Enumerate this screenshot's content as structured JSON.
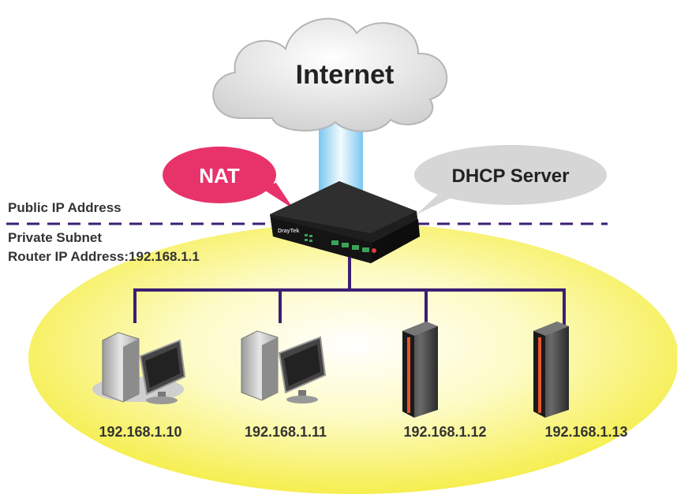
{
  "cloud": {
    "label": "Internet"
  },
  "bubbles": {
    "nat": "NAT",
    "dhcp": "DHCP Server"
  },
  "zones": {
    "public": "Public IP Address",
    "private": "Private Subnet",
    "router_ip": "Router IP Address:192.168.1.1"
  },
  "router": {
    "brand": "DrayTek"
  },
  "hosts": [
    {
      "kind": "desktop",
      "ip": "192.168.1.10"
    },
    {
      "kind": "desktop",
      "ip": "192.168.1.11"
    },
    {
      "kind": "server",
      "ip": "192.168.1.12"
    },
    {
      "kind": "server",
      "ip": "192.168.1.13"
    }
  ],
  "colors": {
    "nat_bubble": "#e8336a",
    "dhcp_bubble": "#d6d6d6",
    "line": "#3b1f73",
    "subnet_fill": "#f7f24a",
    "uplink": "#8fd0f0"
  }
}
